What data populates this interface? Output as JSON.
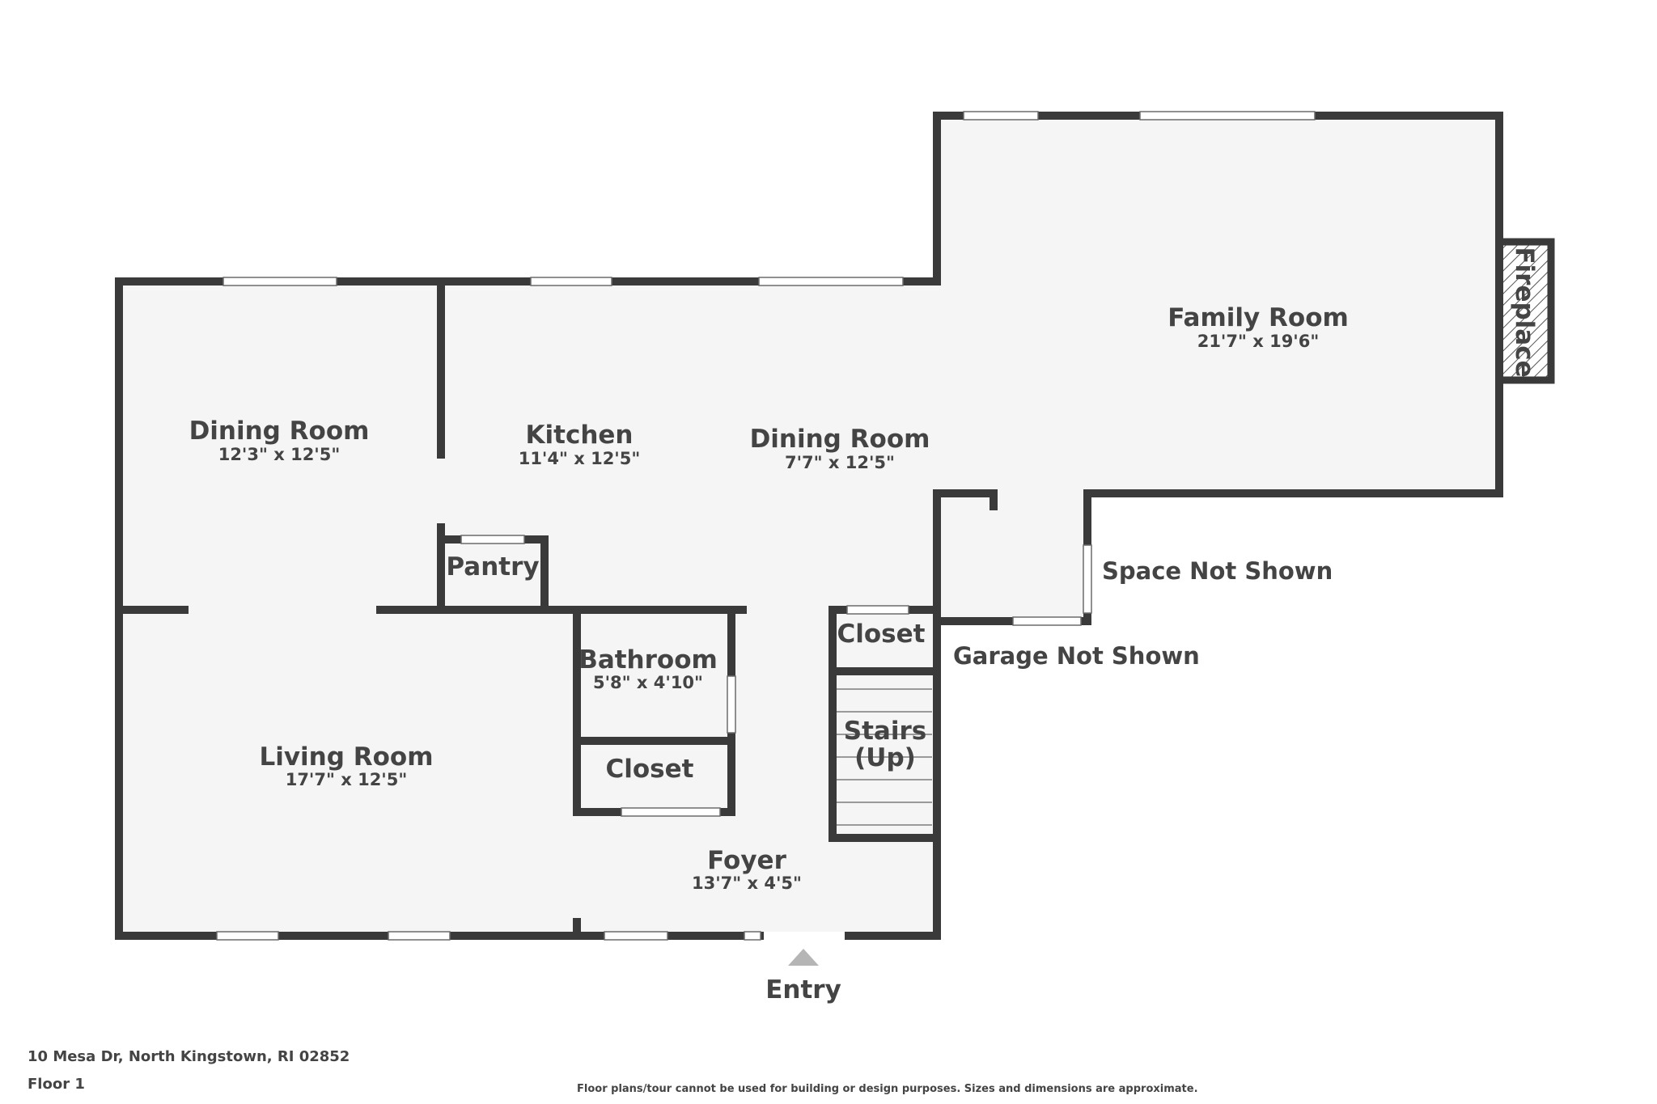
{
  "rooms": {
    "dining_left": {
      "name": "Dining Room",
      "dims": "12'3\" x 12'5\""
    },
    "kitchen": {
      "name": "Kitchen",
      "dims": "11'4\" x 12'5\""
    },
    "dining_center": {
      "name": "Dining Room",
      "dims": "7'7\" x 12'5\""
    },
    "family": {
      "name": "Family Room",
      "dims": "21'7\" x 19'6\""
    },
    "living": {
      "name": "Living Room",
      "dims": "17'7\" x 12'5\""
    },
    "bathroom": {
      "name": "Bathroom",
      "dims": "5'8\" x 4'10\""
    },
    "foyer": {
      "name": "Foyer",
      "dims": "13'7\" x 4'5\""
    },
    "pantry": {
      "name": "Pantry"
    },
    "closet_bath": {
      "name": "Closet"
    },
    "closet_stairs": {
      "name": "Closet"
    },
    "stairs": {
      "line1": "Stairs",
      "line2": "(Up)"
    }
  },
  "labels": {
    "fireplace": "Fireplace",
    "space_not_shown": "Space Not Shown",
    "garage_not_shown": "Garage Not Shown",
    "entry": "Entry"
  },
  "footer": {
    "address": "10 Mesa Dr, North Kingstown, RI 02852",
    "floor": "Floor 1",
    "disclaimer": "Floor plans/tour cannot be used for building or design purposes. Sizes and dimensions are approximate."
  },
  "colors": {
    "wall": "#3a3a3a",
    "floor": "#f5f5f5",
    "text": "#444444",
    "entry_marker": "#b5b5b5"
  }
}
